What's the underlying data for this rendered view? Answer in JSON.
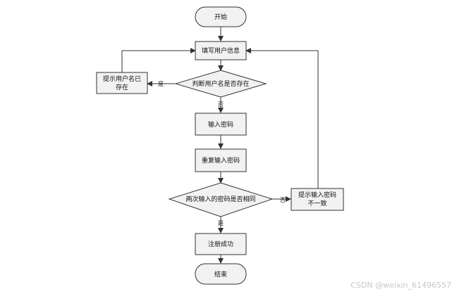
{
  "flowchart": {
    "nodes": {
      "start": "开始",
      "fill_info": "填写用户信息",
      "check_username": "判断用户名是否存在",
      "username_exists_1": "提示用户名已",
      "username_exists_2": "存在",
      "enter_password": "输入密码",
      "repeat_password": "重复输入密码",
      "compare_passwords": "两次输入的密码是否相同",
      "mismatch_1": "提示输入密码",
      "mismatch_2": "不一致",
      "register_success": "注册成功",
      "end": "结束"
    },
    "edge_labels": {
      "exists_yes": "是",
      "exists_no": "否",
      "same_yes": "是",
      "same_no": "否"
    }
  },
  "watermark": "CSDN @weixin_61496557"
}
